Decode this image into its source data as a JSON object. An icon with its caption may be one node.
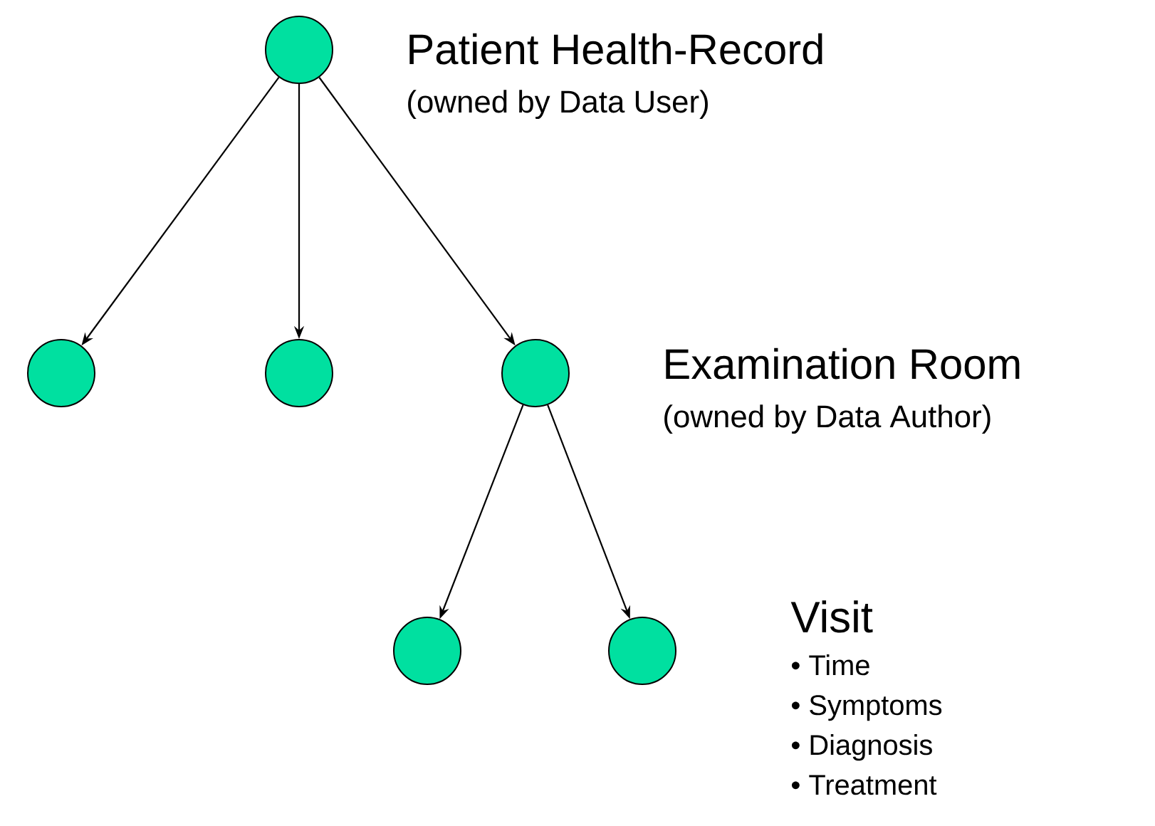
{
  "diagram": {
    "nodes": [
      {
        "text": [],
        "shape": "circle",
        "beside": [
          "Patient Health-Record",
          "(owned by Data User)"
        ]
      },
      {
        "text": [],
        "shape": "circle"
      },
      {
        "text": [],
        "shape": "circle"
      },
      {
        "text": [],
        "shape": "circle",
        "beside": [
          "Examination Room",
          "(owned by Data Author)"
        ]
      },
      {
        "text": [],
        "shape": "circle"
      },
      {
        "text": [],
        "shape": "circle",
        "beside": [
          "Visit",
          "• Time",
          "• Symptoms",
          "• Diagnosis",
          "• Treatment"
        ]
      }
    ],
    "edges": [
      {
        "from": 0,
        "to": 1,
        "arrow": "to"
      },
      {
        "from": 0,
        "to": 2,
        "arrow": "to"
      },
      {
        "from": 0,
        "to": 3,
        "arrow": "to"
      },
      {
        "from": 3,
        "to": 4,
        "arrow": "to"
      },
      {
        "from": 3,
        "to": 5,
        "arrow": "to"
      }
    ]
  }
}
